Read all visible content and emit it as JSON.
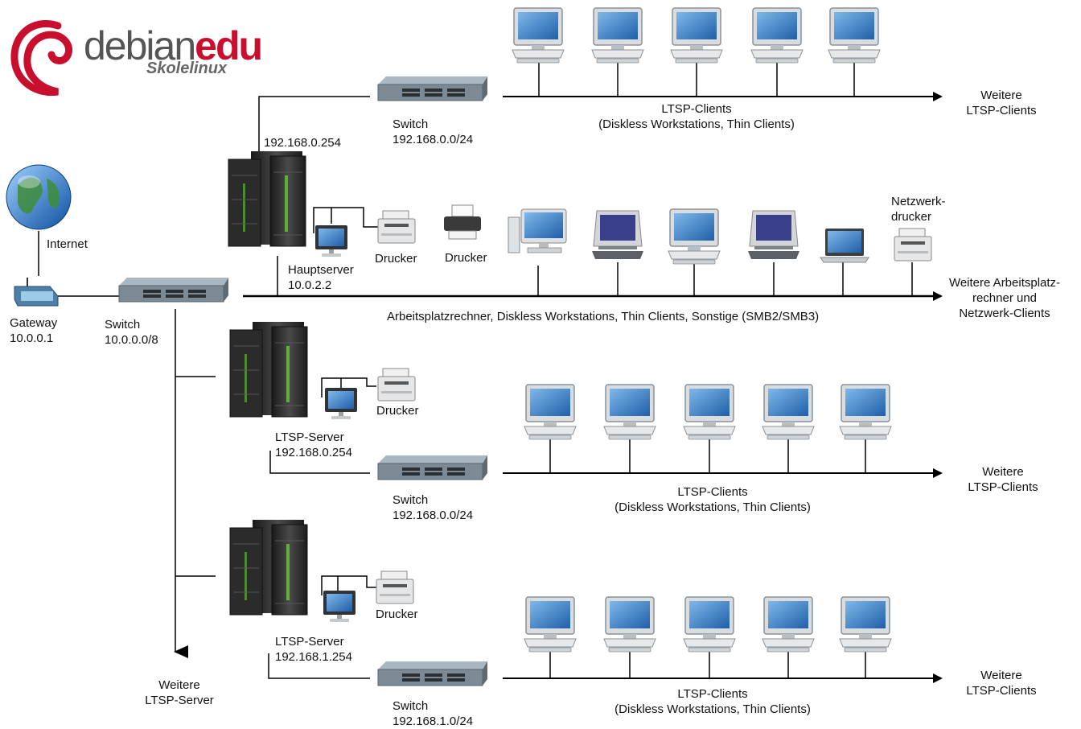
{
  "logo": {
    "brand_main": "debian",
    "brand_accent": "edu",
    "subtitle": "Skolelinux"
  },
  "internet": {
    "label": "Internet"
  },
  "gateway": {
    "name": "Gateway",
    "ip": "10.0.0.1"
  },
  "main_switch": {
    "name": "Switch",
    "ip": "10.0.0.0/8"
  },
  "more_ltsp_servers": {
    "line1": "Weitere",
    "line2": "LTSP-Server"
  },
  "main_server": {
    "uplink_ip": "192.168.0.254",
    "name": "Hauptserver",
    "ip": "10.0.2.2",
    "printer1": "Drucker",
    "printer2": "Drucker",
    "net_printer_line1": "Netzwerk-",
    "net_printer_line2": "drucker",
    "switch_name": "Switch",
    "switch_ip": "192.168.0.0/24",
    "clients_line1": "LTSP-Clients",
    "clients_line2": "(Diskless Workstations, Thin Clients)",
    "more_clients_line1": "Weitere",
    "more_clients_line2": "LTSP-Clients",
    "workstations_caption": "Arbeitsplatzrechner, Diskless Workstations, Thin Clients, Sonstige (SMB2/SMB3)",
    "more_ws_line1": "Weitere Arbeitsplatz-",
    "more_ws_line2": "rechner und",
    "more_ws_line3": "Netzwerk-Clients"
  },
  "ltsp_server1": {
    "name": "LTSP-Server",
    "ip": "192.168.0.254",
    "printer": "Drucker",
    "switch_name": "Switch",
    "switch_ip": "192.168.0.0/24",
    "clients_line1": "LTSP-Clients",
    "clients_line2": "(Diskless Workstations, Thin Clients)",
    "more_line1": "Weitere",
    "more_line2": "LTSP-Clients"
  },
  "ltsp_server2": {
    "name": "LTSP-Server",
    "ip": "192.168.1.254",
    "printer": "Drucker",
    "switch_name": "Switch",
    "switch_ip": "192.168.1.0/24",
    "clients_line1": "LTSP-Clients",
    "clients_line2": "(Diskless Workstations, Thin Clients)",
    "more_line1": "Weitere",
    "more_line2": "LTSP-Clients"
  },
  "colors": {
    "logo_red": "#c8102e",
    "server_body": "#2b2b2b",
    "server_led": "#5fae3b",
    "switch_body": "#7b8a95",
    "screen_blue": "#2f78c4"
  }
}
